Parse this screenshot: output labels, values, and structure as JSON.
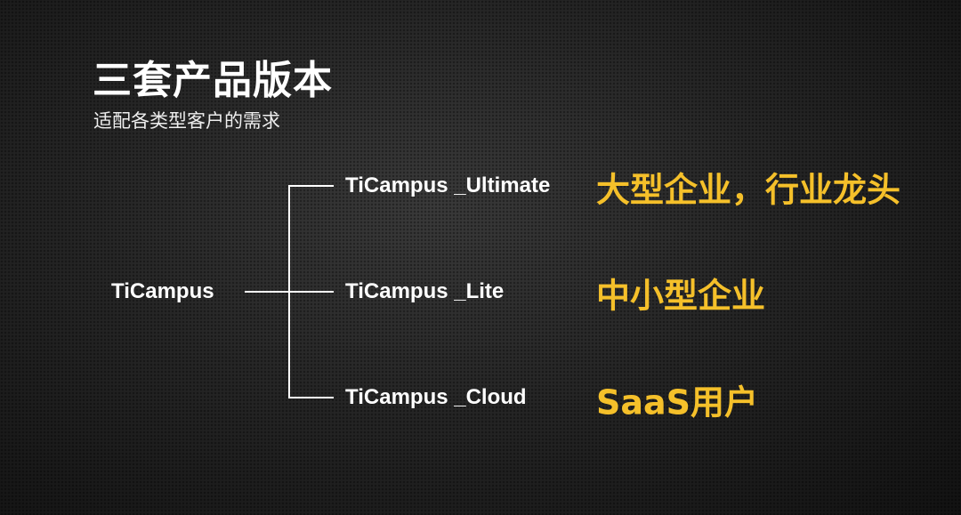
{
  "title": "三套产品版本",
  "subtitle": "适配各类型客户的需求",
  "root": "TiCampus",
  "branches": [
    {
      "label": "TiCampus _Ultimate",
      "description": "大型企业，行业龙头"
    },
    {
      "label": "TiCampus _Lite",
      "description": "中小型企业"
    },
    {
      "label": "TiCampus _Cloud",
      "description": "SaaS用户"
    }
  ],
  "colors": {
    "accent": "#f5c02a",
    "background": "#262626",
    "text": "#ffffff"
  }
}
